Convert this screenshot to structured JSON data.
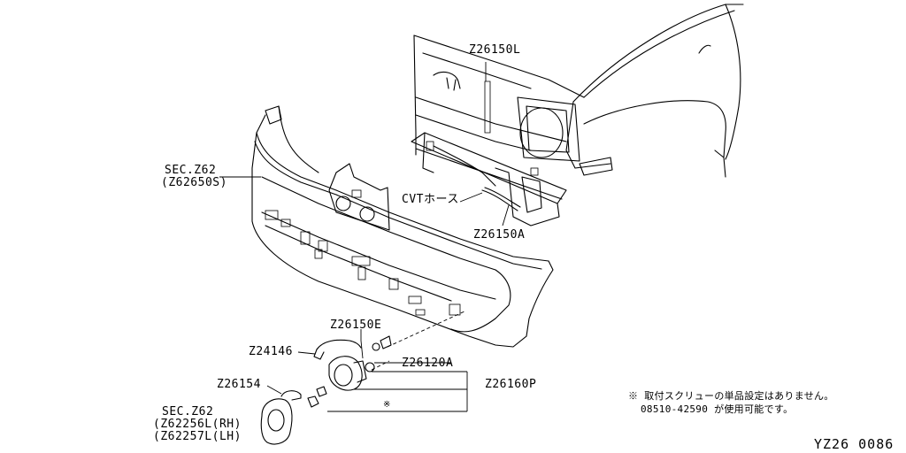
{
  "labels": {
    "z26150l": "Z26150L",
    "sec_z62_a": "SEC.Z62",
    "z62650s": "(Z62650S)",
    "cvt_hose": "CVTホース",
    "z26150a": "Z26150A",
    "z26150e": "Z26150E",
    "z24146": "Z24146",
    "z26120a": "Z26120A",
    "z26160p": "Z26160P",
    "z26154": "Z26154",
    "sec_z62_b": "SEC.Z62",
    "z62256l": "(Z62256L(RH)",
    "z62257l": "(Z62257L(LH)"
  },
  "note": {
    "line1": "※ 取付スクリューの単品設定はありません。",
    "line2": "08510-42590 が使用可能です。"
  },
  "reference": "YZ26 0086"
}
